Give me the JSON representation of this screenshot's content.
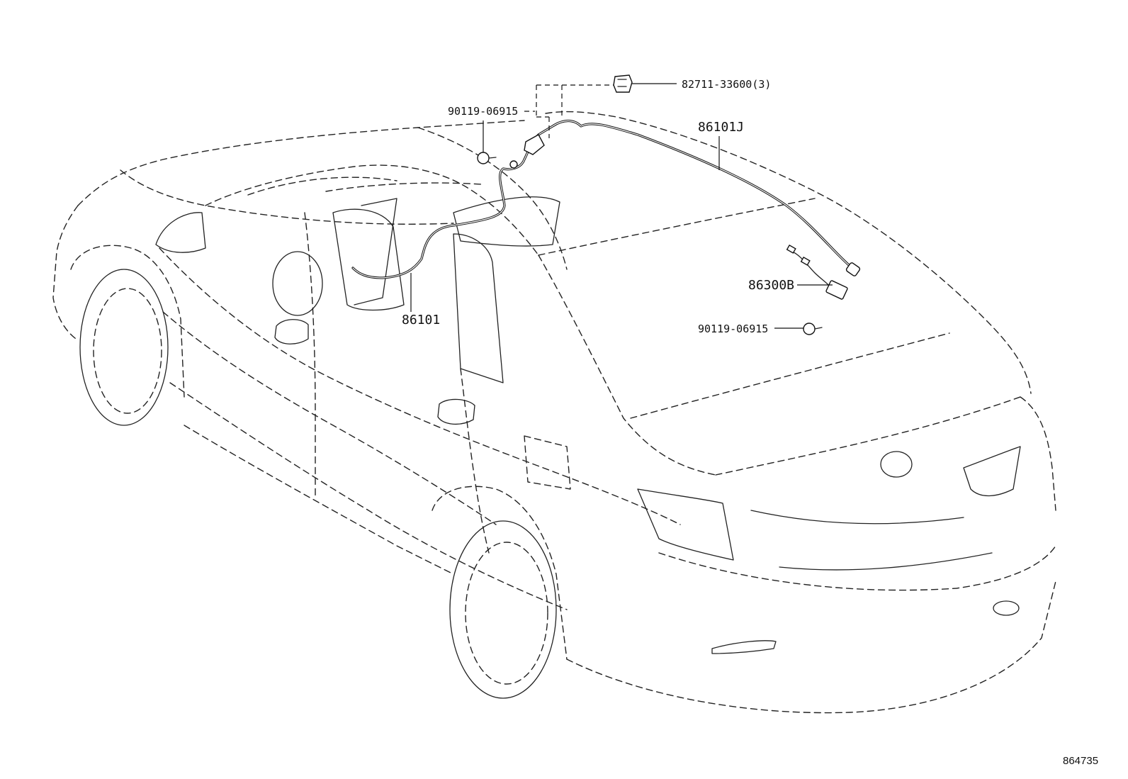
{
  "diagram": {
    "labels": {
      "clip": "82711-33600(3)",
      "bolt_top": "90119-06915",
      "antenna_cord_rear": "86101J",
      "antenna_cord_front": "86101",
      "antenna_amp": "86300B",
      "bolt_bottom": "90119-06915"
    },
    "reference_number": "864735"
  }
}
